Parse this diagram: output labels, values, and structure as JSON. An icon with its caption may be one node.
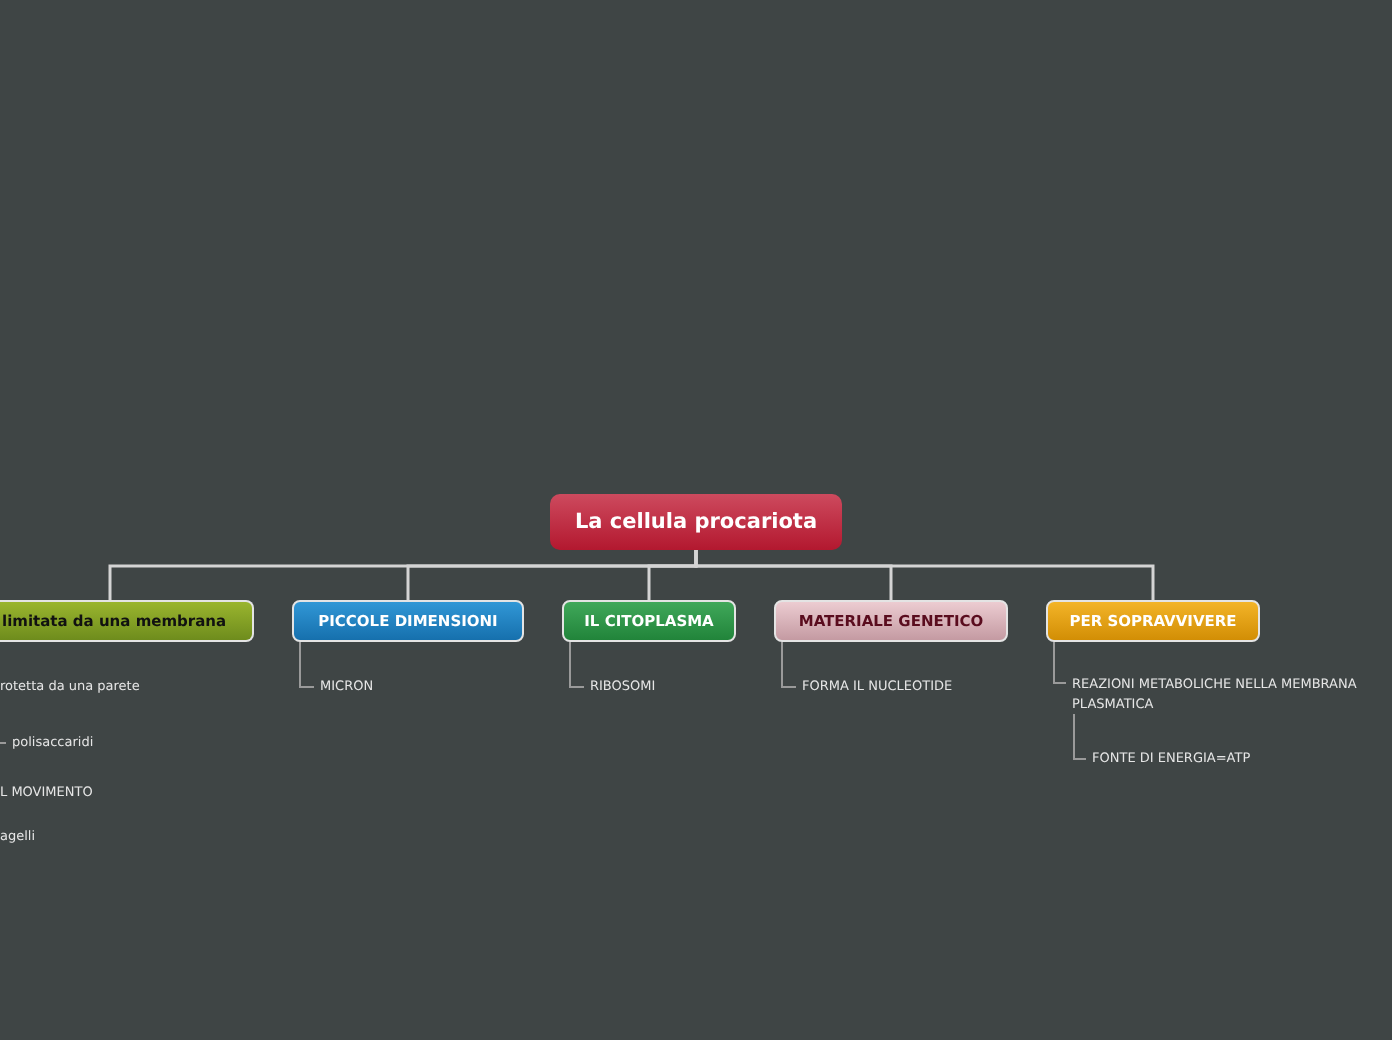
{
  "diagram": {
    "nodes": [
      {
        "text": [
          "La cellula procariota"
        ]
      },
      {
        "text": [
          "limitata da una membrana"
        ]
      },
      {
        "text": [
          "PICCOLE DIMENSIONI"
        ]
      },
      {
        "text": [
          "IL CITOPLASMA"
        ]
      },
      {
        "text": [
          "MATERIALE GENETICO"
        ]
      },
      {
        "text": [
          "PER SOPRAVVIVERE"
        ]
      },
      {
        "text": [
          "rotetta da una parete"
        ]
      },
      {
        "text": [
          "polisaccaridi"
        ]
      },
      {
        "text": [
          "L MOVIMENTO"
        ]
      },
      {
        "text": [
          "agelli"
        ]
      },
      {
        "text": [
          "MICRON"
        ]
      },
      {
        "text": [
          "RIBOSOMI"
        ]
      },
      {
        "text": [
          "FORMA IL NUCLEOTIDE"
        ]
      },
      {
        "text": [
          "REAZIONI METABOLICHE NELLA MEMBRANA PLASMATICA"
        ]
      },
      {
        "text": [
          "FONTE DI ENERGIA=ATP"
        ]
      }
    ],
    "edges": [
      {
        "from": 0,
        "to": 1,
        "arrow": "none"
      },
      {
        "from": 0,
        "to": 2,
        "arrow": "none"
      },
      {
        "from": 0,
        "to": 3,
        "arrow": "none"
      },
      {
        "from": 0,
        "to": 4,
        "arrow": "none"
      },
      {
        "from": 0,
        "to": 5,
        "arrow": "none"
      },
      {
        "from": 6,
        "to": 7,
        "arrow": "none"
      },
      {
        "from": 2,
        "to": 10,
        "arrow": "none"
      },
      {
        "from": 3,
        "to": 11,
        "arrow": "none"
      },
      {
        "from": 4,
        "to": 12,
        "arrow": "none"
      },
      {
        "from": 5,
        "to": 13,
        "arrow": "none"
      },
      {
        "from": 13,
        "to": 14,
        "arrow": "none"
      }
    ]
  }
}
